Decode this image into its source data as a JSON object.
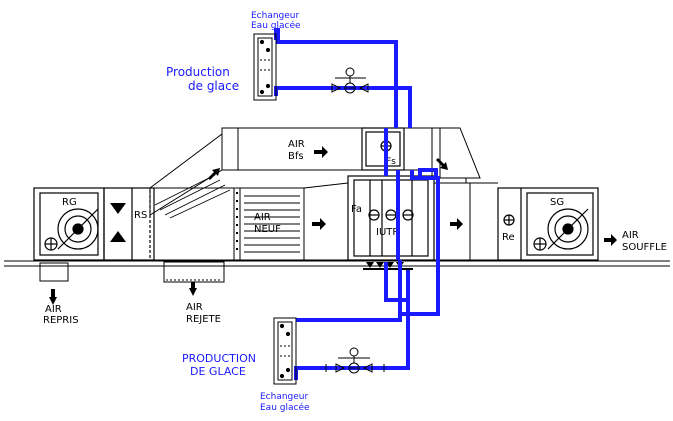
{
  "exchanger_top": {
    "line1": "Echangeur",
    "line2": "Eau glacée"
  },
  "production_top": {
    "line1": "Production",
    "line2": "de glace"
  },
  "exchanger_bottom": {
    "line1": "Echangeur",
    "line2": "Eau glacée"
  },
  "production_bottom": {
    "line1": "PRODUCTION",
    "line2": "DE GLACE"
  },
  "units": {
    "rg": "RG",
    "rs": "RS",
    "air_neuf": {
      "line1": "AIR",
      "line2": "NEUF"
    },
    "air_bfs": {
      "line1": "AIR",
      "line2": "Bfs"
    },
    "fs": "Fs",
    "fa": "Fa",
    "iutp": "IUTP",
    "re": "Re",
    "sg": "SG"
  },
  "flows": {
    "air_repris": {
      "line1": "AIR",
      "line2": "REPRIS"
    },
    "air_rejete": {
      "line1": "AIR",
      "line2": "REJETE"
    },
    "air_souffle": {
      "line1": "AIR",
      "line2": "SOUFFLE"
    }
  },
  "colors": {
    "pipe": "#1a1aff",
    "line": "#000000"
  }
}
